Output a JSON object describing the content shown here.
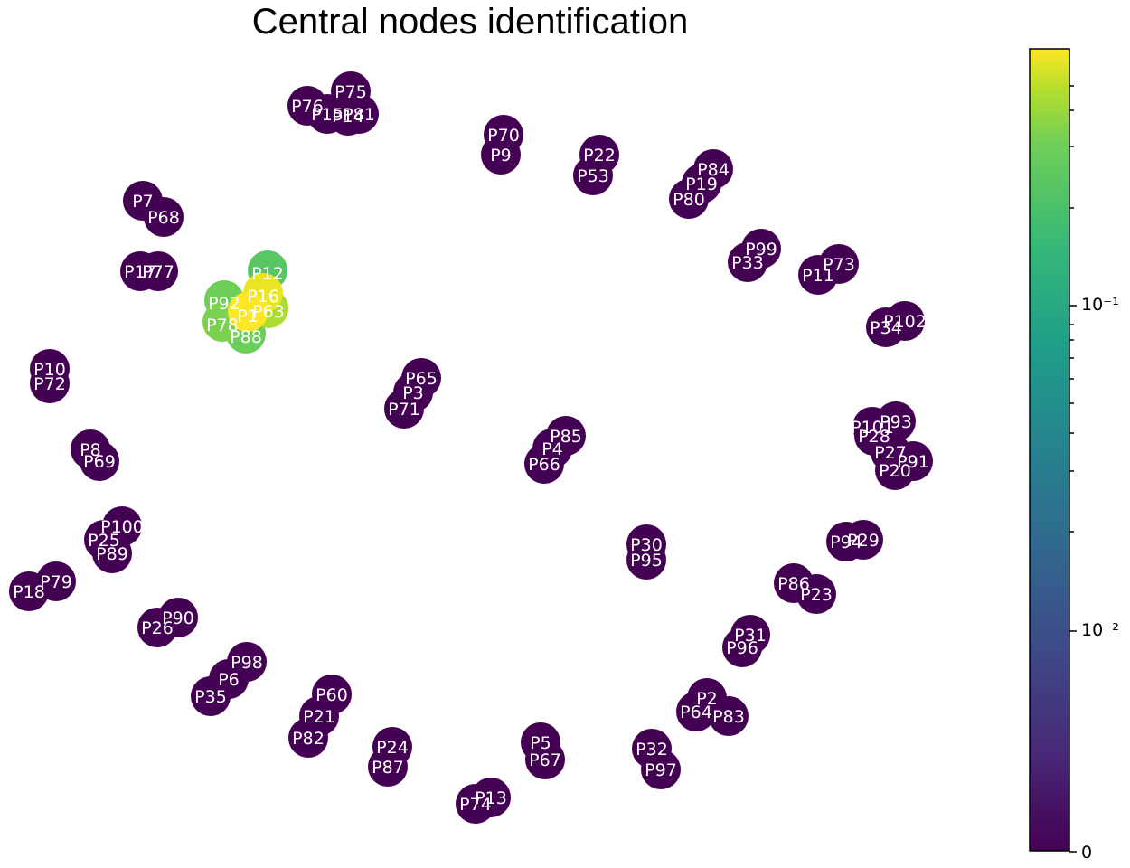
{
  "title": "Central nodes identification",
  "colorbar": {
    "colormap": "viridis",
    "scale": "symlog",
    "min": 0,
    "max": 0.5,
    "tick_labels": [
      "0",
      "10⁻²",
      "10⁻¹"
    ]
  },
  "colors": {
    "low": "#440154",
    "mid": "#21908d",
    "high": "#fde725"
  },
  "nodes": [
    {
      "id": "P76",
      "v": 0
    },
    {
      "id": "P75",
      "v": 0
    },
    {
      "id": "P15",
      "v": 0
    },
    {
      "id": "P81",
      "v": 0
    },
    {
      "id": "P14",
      "v": 0
    },
    {
      "id": "P70",
      "v": 0
    },
    {
      "id": "P9",
      "v": 0
    },
    {
      "id": "P22",
      "v": 0
    },
    {
      "id": "P53",
      "v": 0
    },
    {
      "id": "P84",
      "v": 0
    },
    {
      "id": "P19",
      "v": 0
    },
    {
      "id": "P80",
      "v": 0
    },
    {
      "id": "P7",
      "v": 0
    },
    {
      "id": "P68",
      "v": 0
    },
    {
      "id": "P17",
      "v": 0
    },
    {
      "id": "P77",
      "v": 0
    },
    {
      "id": "P12",
      "v": 0.12
    },
    {
      "id": "P16",
      "v": 0.45
    },
    {
      "id": "P92",
      "v": 0.18
    },
    {
      "id": "P1",
      "v": 0.5
    },
    {
      "id": "P63",
      "v": 0.3
    },
    {
      "id": "P78",
      "v": 0.2
    },
    {
      "id": "P88",
      "v": 0.17
    },
    {
      "id": "P99",
      "v": 0
    },
    {
      "id": "P33",
      "v": 0
    },
    {
      "id": "P73",
      "v": 0
    },
    {
      "id": "P11",
      "v": 0
    },
    {
      "id": "P102",
      "v": 0
    },
    {
      "id": "P34",
      "v": 0
    },
    {
      "id": "P10",
      "v": 0
    },
    {
      "id": "P72",
      "v": 0
    },
    {
      "id": "P65",
      "v": 0
    },
    {
      "id": "P3",
      "v": 0
    },
    {
      "id": "P71",
      "v": 0
    },
    {
      "id": "P85",
      "v": 0
    },
    {
      "id": "P4",
      "v": 0
    },
    {
      "id": "P66",
      "v": 0
    },
    {
      "id": "P93",
      "v": 0
    },
    {
      "id": "P101",
      "v": 0
    },
    {
      "id": "P28",
      "v": 0
    },
    {
      "id": "P27",
      "v": 0
    },
    {
      "id": "P91",
      "v": 0
    },
    {
      "id": "P20",
      "v": 0
    },
    {
      "id": "P8",
      "v": 0
    },
    {
      "id": "P69",
      "v": 0
    },
    {
      "id": "P100",
      "v": 0
    },
    {
      "id": "P25",
      "v": 0
    },
    {
      "id": "P89",
      "v": 0
    },
    {
      "id": "P18",
      "v": 0
    },
    {
      "id": "P79",
      "v": 0
    },
    {
      "id": "P30",
      "v": 0
    },
    {
      "id": "P95",
      "v": 0
    },
    {
      "id": "P94",
      "v": 0
    },
    {
      "id": "P29",
      "v": 0
    },
    {
      "id": "P86",
      "v": 0
    },
    {
      "id": "P23",
      "v": 0
    },
    {
      "id": "P90",
      "v": 0
    },
    {
      "id": "P26",
      "v": 0
    },
    {
      "id": "P31",
      "v": 0
    },
    {
      "id": "P96",
      "v": 0
    },
    {
      "id": "P98",
      "v": 0
    },
    {
      "id": "P6",
      "v": 0
    },
    {
      "id": "P35",
      "v": 0
    },
    {
      "id": "P2",
      "v": 0
    },
    {
      "id": "P64",
      "v": 0
    },
    {
      "id": "P83",
      "v": 0
    },
    {
      "id": "P60",
      "v": 0
    },
    {
      "id": "P21",
      "v": 0
    },
    {
      "id": "P82",
      "v": 0
    },
    {
      "id": "P5",
      "v": 0
    },
    {
      "id": "P67",
      "v": 0
    },
    {
      "id": "P24",
      "v": 0
    },
    {
      "id": "P87",
      "v": 0
    },
    {
      "id": "P32",
      "v": 0
    },
    {
      "id": "P97",
      "v": 0
    },
    {
      "id": "P13",
      "v": 0
    },
    {
      "id": "P74",
      "v": 0
    }
  ]
}
